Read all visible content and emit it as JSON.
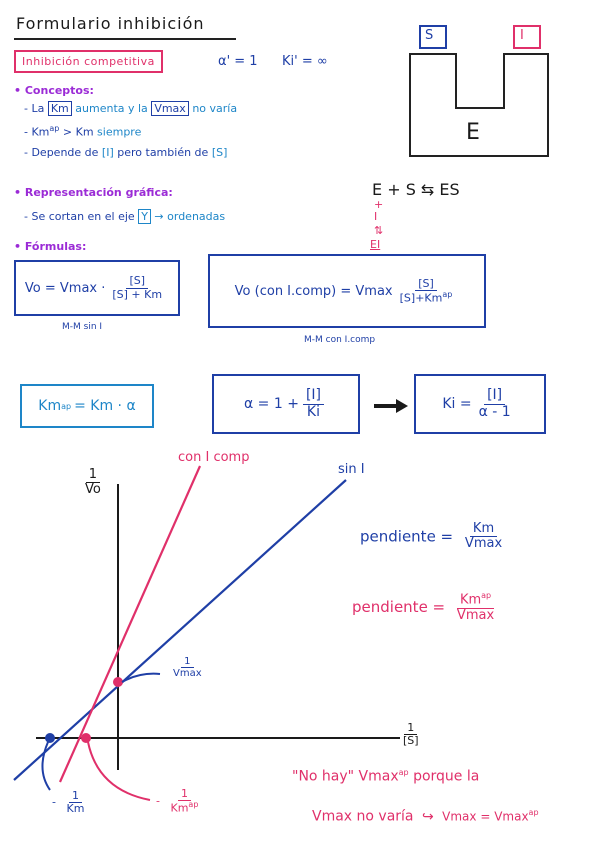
{
  "title": "Formulario inhibición",
  "subtitle": "Inhibición competitiva",
  "alpha_prime": "α' = 1",
  "ki_prime": "Ki' = ∞",
  "enzyme_diagram": {
    "s_label": "S",
    "i_label": "I",
    "e_label": "E"
  },
  "reaction": {
    "equation": "E + S ⇆ ES",
    "plus": "+",
    "inhibitor": "I",
    "arrows": "⇅",
    "ei": "EI"
  },
  "conceptos": {
    "heading": "• Conceptos:",
    "line1_pre": "- La",
    "line1_km": "Km",
    "line1_mid": "aumenta y la",
    "line1_vmax": "Vmax",
    "line1_post": "no varía",
    "line2_a": "- Km",
    "line2_sup": "ap",
    "line2_b": "> Km",
    "line2_c": "siempre",
    "line3_a": "- Depende de",
    "line3_b": "[I]",
    "line3_c": "pero también de",
    "line3_d": "[S]"
  },
  "representacion": {
    "heading": "• Representación gráfica:",
    "line_a": "- Se cortan en el eje",
    "line_b": "Y",
    "line_c": "→ ordenadas"
  },
  "formulas": {
    "heading": "• Fórmulas:",
    "mm_sin_lhs": "Vo = Vmax ·",
    "mm_sin_num": "[S]",
    "mm_sin_den": "[S] + Km",
    "mm_sin_caption": "M-M sin I",
    "mm_con_lhs": "Vo (con I.comp) = Vmax",
    "mm_con_num": "[S]",
    "mm_con_den": "[S]+Km",
    "mm_con_den_sup": "ap",
    "mm_con_caption": "M-M con I.comp",
    "kmap_a": "Km",
    "kmap_sup": "ap",
    "kmap_b": "= Km · α",
    "alpha_lhs": "α = 1 +",
    "alpha_num": "[I]",
    "alpha_den": "Ki",
    "ki_lhs": "Ki =",
    "ki_num": "[I]",
    "ki_den": "α - 1"
  },
  "graph": {
    "y_num": "1",
    "y_den": "Vo",
    "x_num": "1",
    "x_den": "[S]",
    "line_con": "con I comp",
    "line_sin": "sin I",
    "yint_num": "1",
    "yint_den": "Vmax",
    "xint_blue_num": "1",
    "xint_blue_den": "Km",
    "xint_blue_sign": "-",
    "xint_pink_num": "1",
    "xint_pink_den": "Km",
    "xint_pink_sup": "ap",
    "xint_pink_sign": "-"
  },
  "pendiente_sin": {
    "label": "pendiente =",
    "num": "Km",
    "den": "Vmax"
  },
  "pendiente_con": {
    "label": "pendiente =",
    "num": "Km",
    "num_sup": "ap",
    "den": "Vmax"
  },
  "note": {
    "line1": "\"No hay\" Vmax",
    "line1_sup": "ap",
    "line1_b": "porque la",
    "line2": "Vmax no varía",
    "line2_b": "Vmax = Vmax",
    "line2_sup": "ap"
  }
}
